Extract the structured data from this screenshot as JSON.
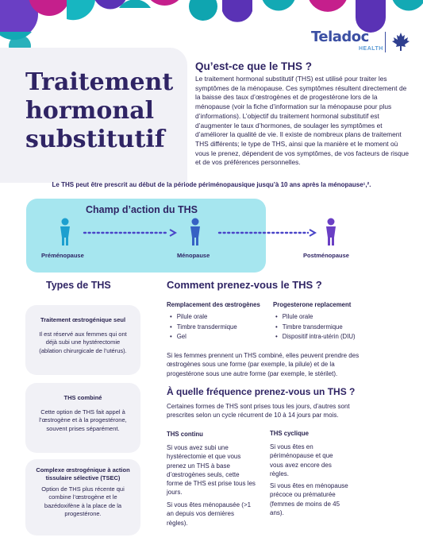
{
  "brand": {
    "name": "Teladoc",
    "sub": "HEALTH"
  },
  "title": {
    "line1": "Traitement",
    "line2": "hormonal",
    "line3": "substitutif"
  },
  "intro": {
    "heading": "Qu’est-ce que le THS ?",
    "body": "Le traitement hormonal substitutif (THS) est utilisé pour traiter les symptômes de la ménopause. Ces symptômes résultent directement de la baisse des taux d’œstrogènes et de progestérone lors de la ménopause (voir la fiche d’information sur la ménopause pour plus d’informations). L’objectif du traitement hormonal substitutif est d’augmenter le taux d’hormones, de soulager les symptômes et d’améliorer la qualité de vie. Il existe de nombreux plans de traitement THS différents; le type de THS, ainsi que la manière et le moment où vous le prenez, dépendent de vos symptômes, de vos facteurs de risque et de vos préférences personnelles."
  },
  "range_note": "Le THS peut être prescrit au début de la période périménopausique jusqu’à 10 ans après la ménopause¹,².",
  "range": {
    "title": "Champ d’action du THS",
    "stages": [
      "Préménopause",
      "Ménopause",
      "Postménopause"
    ]
  },
  "types": {
    "heading": "Types de THS",
    "cards": [
      {
        "title": "Traitement œstrogénique seul",
        "body": "Il est réservé aux femmes qui ont déjà subi une hystérectomie (ablation chirurgicale de l’utérus)."
      },
      {
        "title": "THS combiné",
        "body": "Cette option de THS fait appel à l’œstrogène et à la progestérone, souvent prises séparément."
      },
      {
        "title": "Complexe œstrogénique à action tissulaire sélective (TSEC)",
        "body": "Option de THS plus récente qui combine l’œstrogène et le bazédoxifène à la place de la progestérone."
      }
    ]
  },
  "how": {
    "heading": "Comment prenez-vous le THS ?",
    "col1": {
      "heading": "Remplacement des œstrogènes",
      "items": [
        "Pilule orale",
        "Timbre transdermique",
        "Gel"
      ]
    },
    "col2": {
      "heading": "Progesterone replacement",
      "items": [
        "Pilule orale",
        "Timbre transdermique",
        "Dispositif intra-utérin (DIU)"
      ]
    },
    "note": "Si les femmes prennent un THS combiné, elles peuvent prendre des œstrogènes sous une forme (par exemple, la pilule) et de la progestérone sous une autre forme (par exemple, le stérilet)."
  },
  "frequency": {
    "heading": "À quelle fréquence prenez-vous un THS ?",
    "intro": "Certaines formes de THS sont prises tous les jours, d’autres sont prescrites selon un cycle récurrent de 10 à 14 jours par mois.",
    "continuous": {
      "heading": "THS continu",
      "p1": "Si vous avez subi une hystérectomie et que vous prenez un THS à base d’œstrogènes seuls, cette forme de THS est prise tous les jours.",
      "p2": "Si vous êtes ménopausée (>1 an depuis vos dernières règles)."
    },
    "cyclic": {
      "heading": "THS cyclique",
      "p1": "Si vous êtes en périménopause et que vous avez encore des règles.",
      "p2": "Si vous êtes en ménopause précoce ou prématurée (femmes de moins de 45 ans)."
    }
  },
  "colors": {
    "navy": "#2f2464",
    "teal": "#0fa5b0",
    "purple": "#5a32b5",
    "magenta": "#c51f8c",
    "cyan_box": "#a6e6ef",
    "panel": "#f1f1f6"
  }
}
